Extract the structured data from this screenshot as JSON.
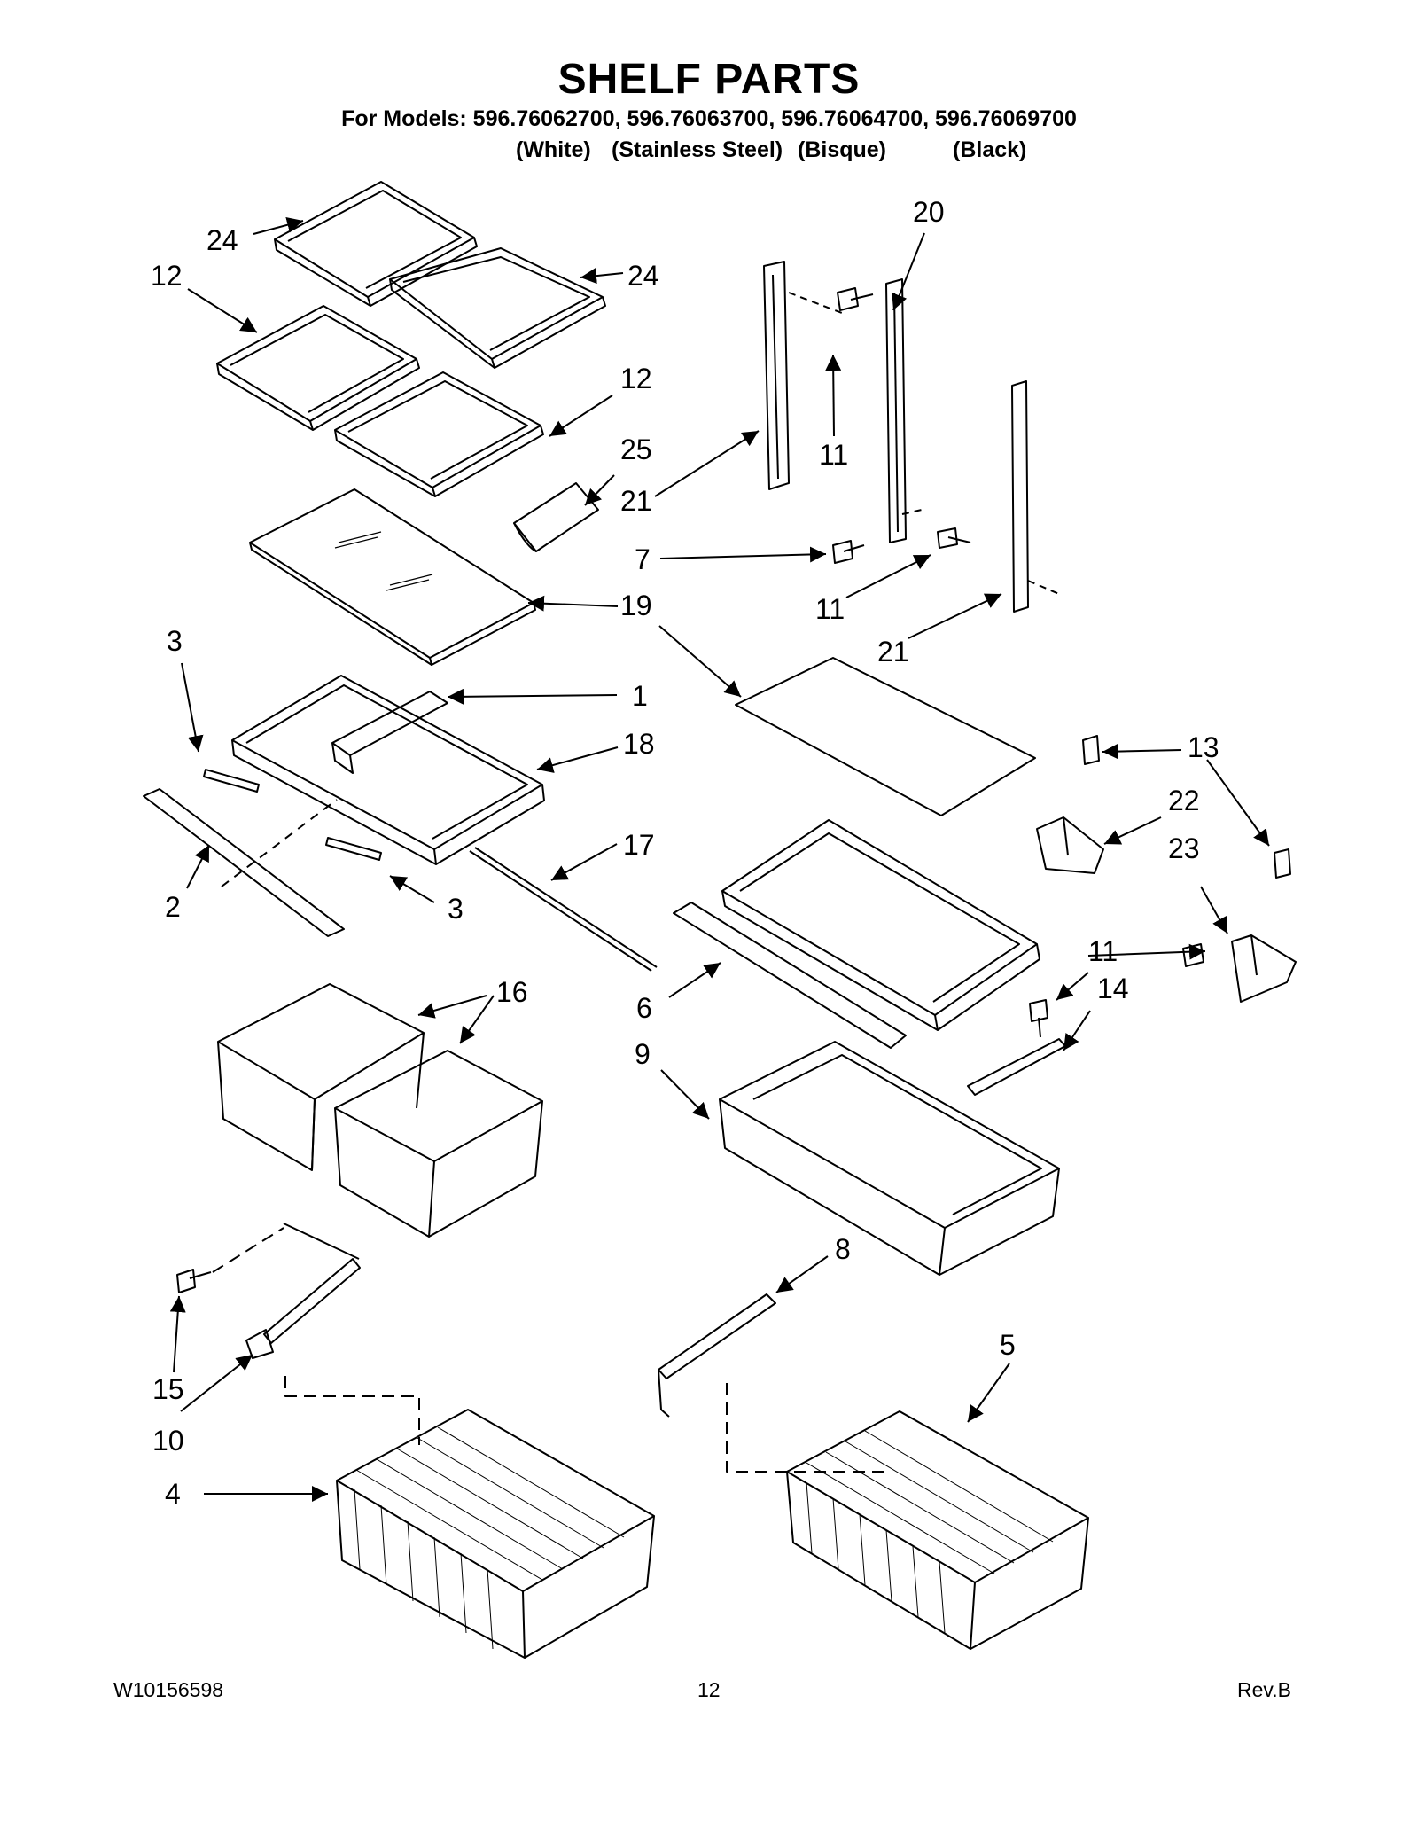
{
  "header": {
    "title": "SHELF PARTS",
    "models_line": "For Models: 596.76062700, 596.76063700, 596.76064700, 596.76069700",
    "colors": [
      "(White)",
      "(Stainless Steel)",
      "(Bisque)",
      "(Black)"
    ]
  },
  "callouts": [
    "24",
    "12",
    "24",
    "12",
    "25",
    "20",
    "11",
    "21",
    "7",
    "11",
    "21",
    "19",
    "3",
    "1",
    "18",
    "2",
    "3",
    "17",
    "13",
    "22",
    "23",
    "16",
    "6",
    "11",
    "14",
    "9",
    "8",
    "15",
    "10",
    "5",
    "4"
  ],
  "footer": {
    "doc_number": "W10156598",
    "page_number": "12",
    "revision": "Rev.B"
  }
}
